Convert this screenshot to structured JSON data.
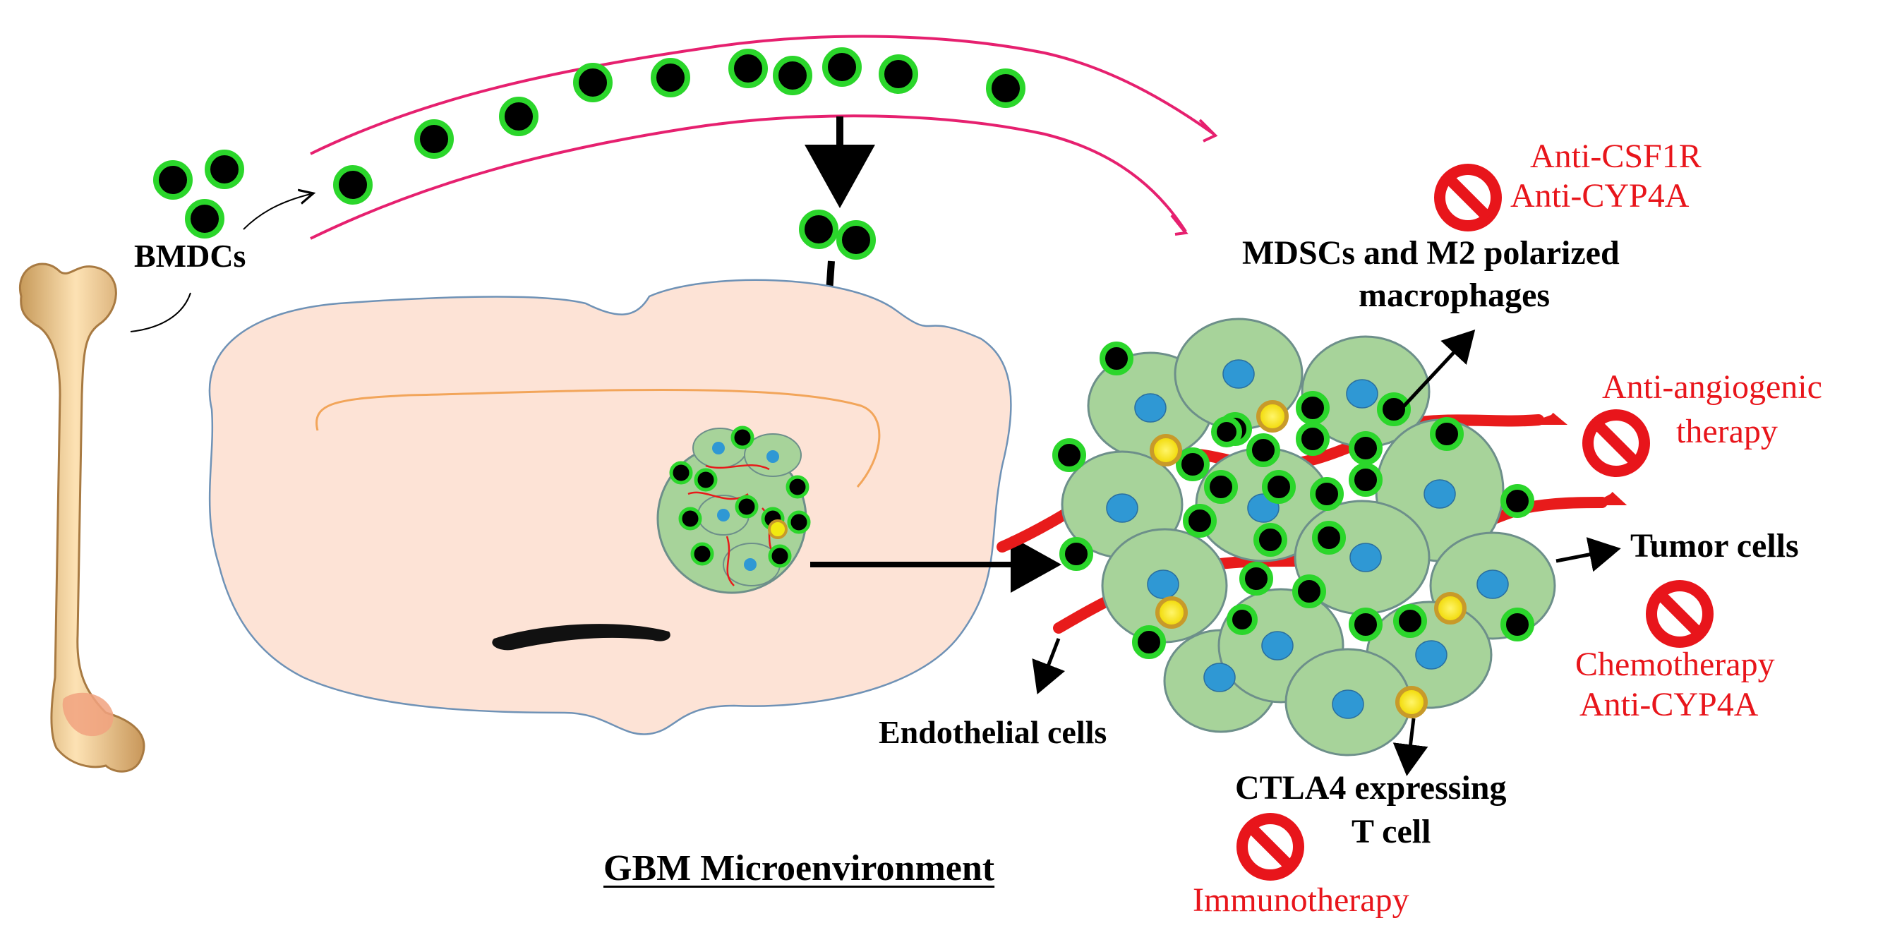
{
  "colors": {
    "cell_ring": "#2bd62b",
    "vessel": "#e6206f",
    "brain_fill": "#fde3d6",
    "tumor_cell": "#a7d39a",
    "nucleus": "#2f98d4",
    "t_cell": "#f2ea10",
    "endothelial": "#e81b1b",
    "inhibit": "#e8151b",
    "label_red": "#e8151b"
  },
  "labels": {
    "bmdcs": "BMDCs",
    "mdscs_line1": "MDSCs and M2 polarized",
    "mdscs_line2": "macrophages",
    "tumor_cells": "Tumor cells",
    "endothelial": "Endothelial  cells",
    "ctla4_line1": "CTLA4 expressing",
    "ctla4_line2": "T cell",
    "title": "GBM Microenvironment"
  },
  "therapies": {
    "csf1r": "Anti-CSF1R",
    "cyp4a_top": "Anti-CYP4A",
    "angio_line1": "Anti-angiogenic",
    "angio_line2": "therapy",
    "chemo": "Chemotherapy",
    "cyp4a_bottom": "Anti-CYP4A",
    "immuno": "Immunotherapy"
  },
  "icons": [
    "bone-icon",
    "inhibit-icon",
    "arrow-icon",
    "cell-icon"
  ]
}
